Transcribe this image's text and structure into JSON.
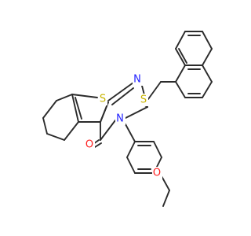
{
  "colors": {
    "background": "#ffffff",
    "bond": "#2b2b2b",
    "carbon": "#2b2b2b",
    "sulfur": "#c8b400",
    "nitrogen": "#2020ff",
    "oxygen": "#ff2020"
  },
  "atoms": {
    "S_ring": "S",
    "N_top": "N",
    "S_link": "S",
    "N_core": "N",
    "O_carbonyl": "O",
    "O_ether": "O"
  }
}
